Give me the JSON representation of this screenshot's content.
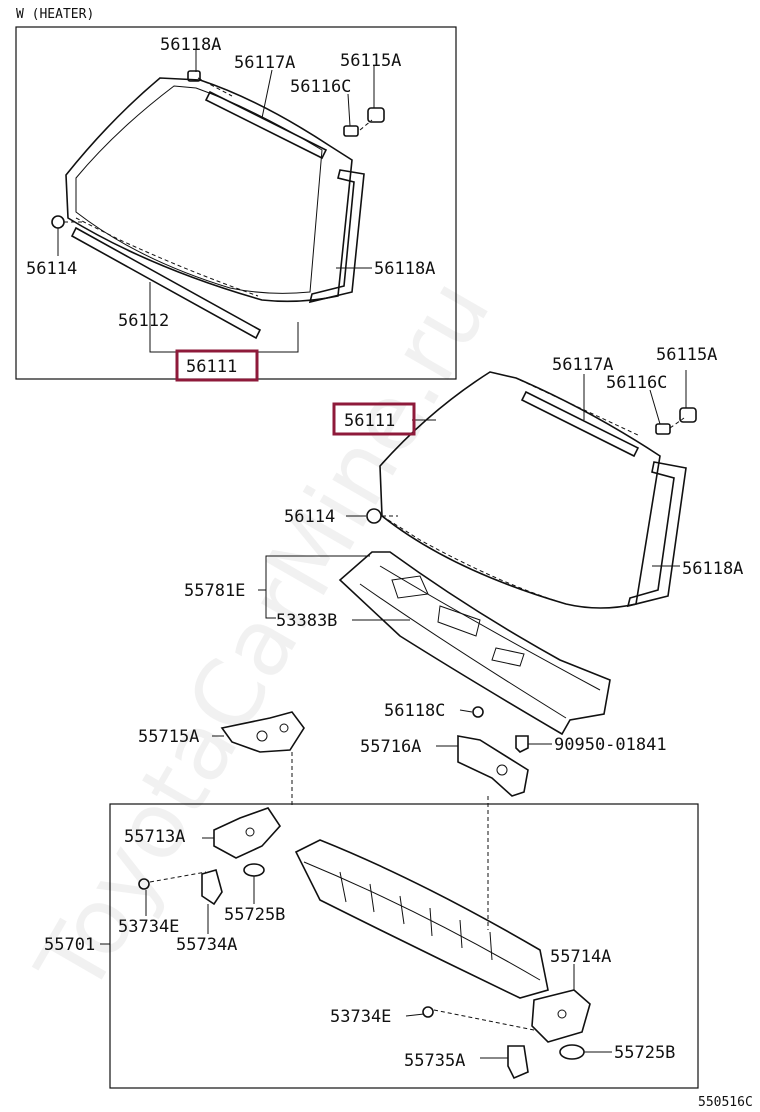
{
  "header": {
    "variant_label": "W (HEATER)"
  },
  "watermark": "ToyotaCarMine.ru",
  "footer": {
    "diagram_code": "550516C"
  },
  "colors": {
    "highlight": "#8e1a3a",
    "line": "#111111"
  },
  "inset": {
    "labels": {
      "p56118A_top": "56118A",
      "p56117A": "56117A",
      "p56115A": "56115A",
      "p56116C": "56116C",
      "p56114": "56114",
      "p56118A_side": "56118A",
      "p56112": "56112",
      "p56111": "56111"
    }
  },
  "main": {
    "labels": {
      "p56117A": "56117A",
      "p56115A": "56115A",
      "p56116C": "56116C",
      "p56111": "56111",
      "p56114": "56114",
      "p56118A": "56118A",
      "p55781E": "55781E",
      "p53383B": "53383B",
      "p56118C": "56118C",
      "p55715A": "55715A",
      "p55716A": "55716A",
      "p90950": "90950-01841"
    }
  },
  "lower": {
    "labels": {
      "p55713A": "55713A",
      "p53734E_left": "53734E",
      "p55725B_left": "55725B",
      "p55734A": "55734A",
      "p55701": "55701",
      "p55714A": "55714A",
      "p53734E_right": "53734E",
      "p55735A": "55735A",
      "p55725B_right": "55725B"
    }
  }
}
